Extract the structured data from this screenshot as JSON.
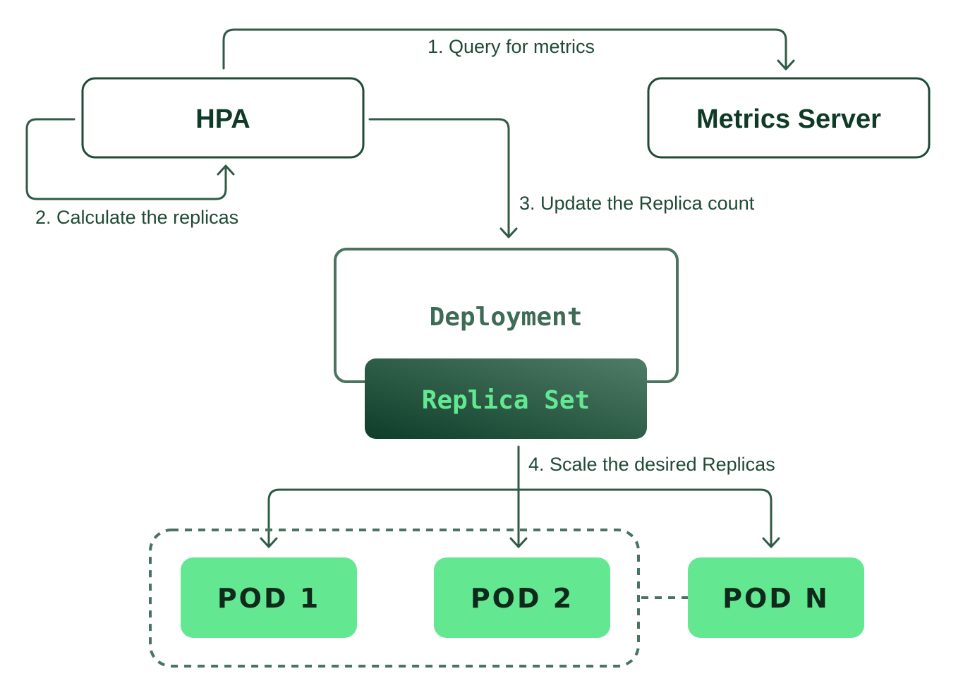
{
  "nodes": {
    "hpa": "HPA",
    "metrics_server": "Metrics Server",
    "deployment": "Deployment",
    "replica_set": "Replica Set",
    "pods": [
      "POD 1",
      "POD 2",
      "POD N"
    ]
  },
  "steps": {
    "query_metrics": "1.  Query for metrics",
    "calculate_replicas": "2. Calculate the replicas",
    "update_count": "3. Update the Replica count",
    "scale_replicas": "4. Scale the desired Replicas"
  },
  "colors": {
    "dark_green": "#0f3a26",
    "line_green": "#2f5a45",
    "pod_green": "#63e891",
    "replica_text": "#63e891",
    "replica_gradient_start": "#0e3d29",
    "replica_gradient_end": "#4f7d67"
  }
}
